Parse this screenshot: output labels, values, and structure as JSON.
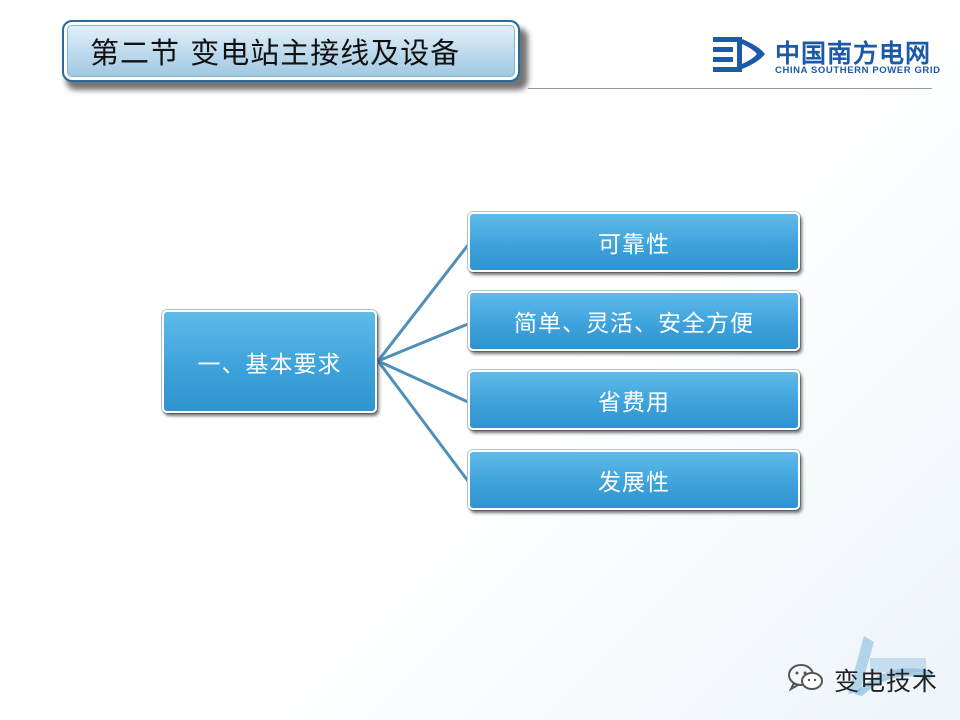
{
  "slide": {
    "title": "第二节  变电站主接线及设备"
  },
  "logo": {
    "name_cn": "中国南方电网",
    "name_en": "CHINA SOUTHERN POWER GRID",
    "color": "#1a5aa6"
  },
  "mindmap": {
    "root": "一、基本要求",
    "children": [
      {
        "label": "可靠性"
      },
      {
        "label": "简单、灵活、安全方便"
      },
      {
        "label": "省费用"
      },
      {
        "label": "发展性"
      }
    ],
    "node_color": "#3ea3dc",
    "connector_color": "#4f8fb8"
  },
  "watermark": {
    "text": "变电技术",
    "icon": "wechat-icon"
  }
}
